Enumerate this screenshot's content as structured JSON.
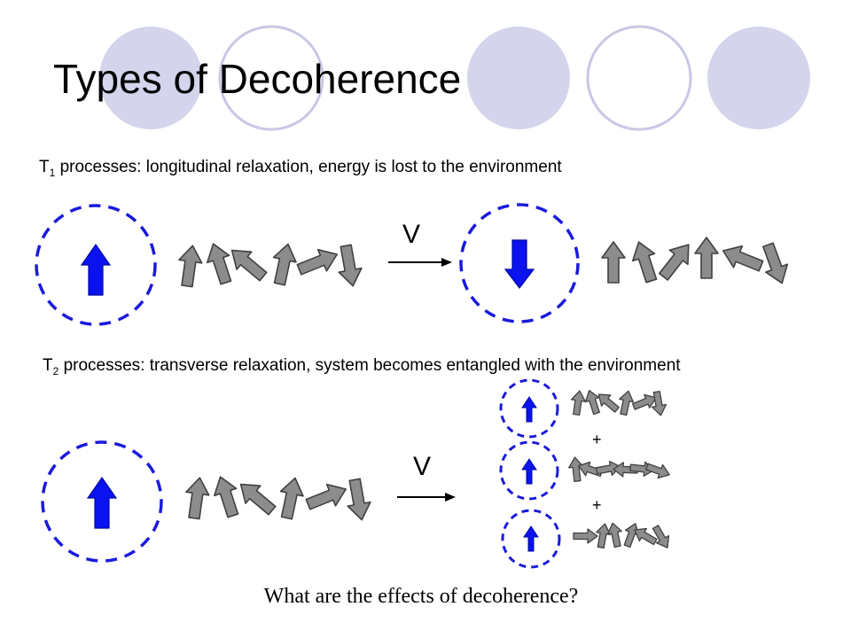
{
  "title": "Types of Decoherence",
  "t1": {
    "symbol": "T",
    "subscript": "1",
    "text": " processes: longitudinal relaxation, energy is lost to the environment"
  },
  "t2": {
    "symbol": "T",
    "subscript": "2",
    "text": " processes: transverse relaxation, system becomes entangled with the environment"
  },
  "interaction_label_1": "V",
  "interaction_label_2": "V",
  "plus_1": "+",
  "plus_2": "+",
  "question": "What are the effects of decoherence?",
  "colors": {
    "deco_circle": "#d4d4ec",
    "deco_outline": "#c8c8e6",
    "qubit_circle": "#1a1adc",
    "qubit_arrow": "#0a12f0",
    "env_arrow": "#8c8c8c",
    "env_outline": "#404040"
  }
}
